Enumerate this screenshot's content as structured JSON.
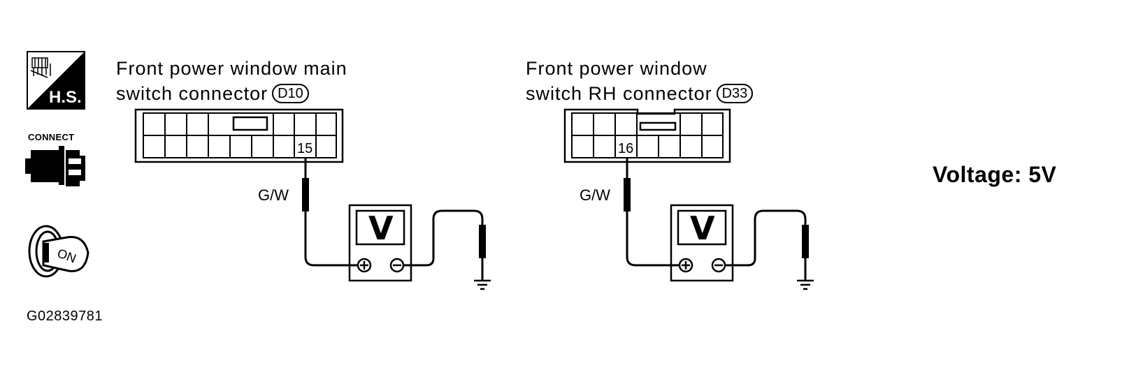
{
  "icons": {
    "hs_label": "H.S.",
    "connect_label": "CONNECT",
    "ignition_label": "ON"
  },
  "left_circuit": {
    "title_line1": "Front power window main",
    "title_line2": "switch connector",
    "connector_id": "D10",
    "pin": "15",
    "wire_color": "G/W",
    "meter_label": "V"
  },
  "right_circuit": {
    "title_line1": "Front power window",
    "title_line2": "switch RH connector",
    "connector_id": "D33",
    "pin": "16",
    "wire_color": "G/W",
    "meter_label": "V"
  },
  "result": {
    "voltage_text": "Voltage: 5V"
  },
  "figure_code": "G02839781"
}
